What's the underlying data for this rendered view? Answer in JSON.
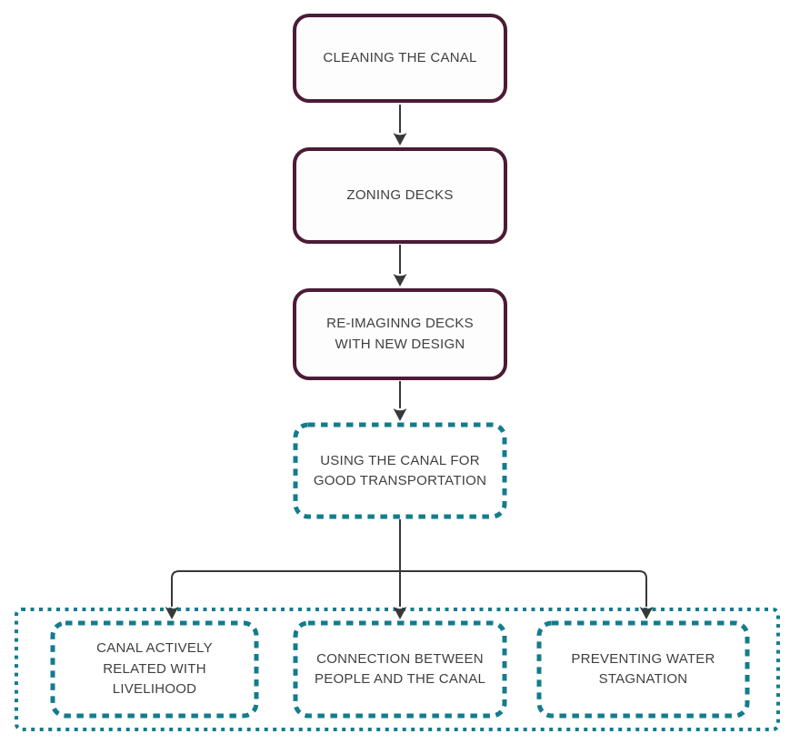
{
  "colors": {
    "maroon": "#4C1B35",
    "teal": "#147C8C",
    "line": "#383838",
    "ink": "#3F3F3F",
    "background": "#FFFFFF"
  },
  "diagram": {
    "type": "flowchart",
    "nodes": [
      {
        "id": "cleaning-the-canal",
        "label": "CLEANING THE CANAL",
        "border": "solid-maroon"
      },
      {
        "id": "zoning-decks",
        "label": "ZONING DECKS",
        "border": "solid-maroon"
      },
      {
        "id": "re-imaginng-decks-with-new-design",
        "label": "RE-IMAGINNG DECKS WITH NEW DESIGN",
        "border": "solid-maroon"
      },
      {
        "id": "using-the-canal-for-good-transportation",
        "label": "USING THE CANAL FOR GOOD TRANSPORTATION",
        "border": "dashed-teal"
      },
      {
        "id": "canal-actively-related-with-livelihood",
        "label": "CANAL ACTIVELY RELATED WITH LIVELIHOOD",
        "border": "dashed-teal"
      },
      {
        "id": "connection-between-people-and-the-canal",
        "label": "CONNECTION BETWEEN PEOPLE AND THE CANAL",
        "border": "dashed-teal"
      },
      {
        "id": "preventing-water-stagnation",
        "label": "PREVENTING WATER STAGNATION",
        "border": "dashed-teal"
      }
    ],
    "edges": [
      {
        "from": "cleaning-the-canal",
        "to": "zoning-decks"
      },
      {
        "from": "zoning-decks",
        "to": "re-imaginng-decks-with-new-design"
      },
      {
        "from": "re-imaginng-decks-with-new-design",
        "to": "using-the-canal-for-good-transportation"
      },
      {
        "from": "using-the-canal-for-good-transportation",
        "to": "canal-actively-related-with-livelihood"
      },
      {
        "from": "using-the-canal-for-good-transportation",
        "to": "connection-between-people-and-the-canal"
      },
      {
        "from": "using-the-canal-for-good-transportation",
        "to": "preventing-water-stagnation"
      }
    ]
  }
}
